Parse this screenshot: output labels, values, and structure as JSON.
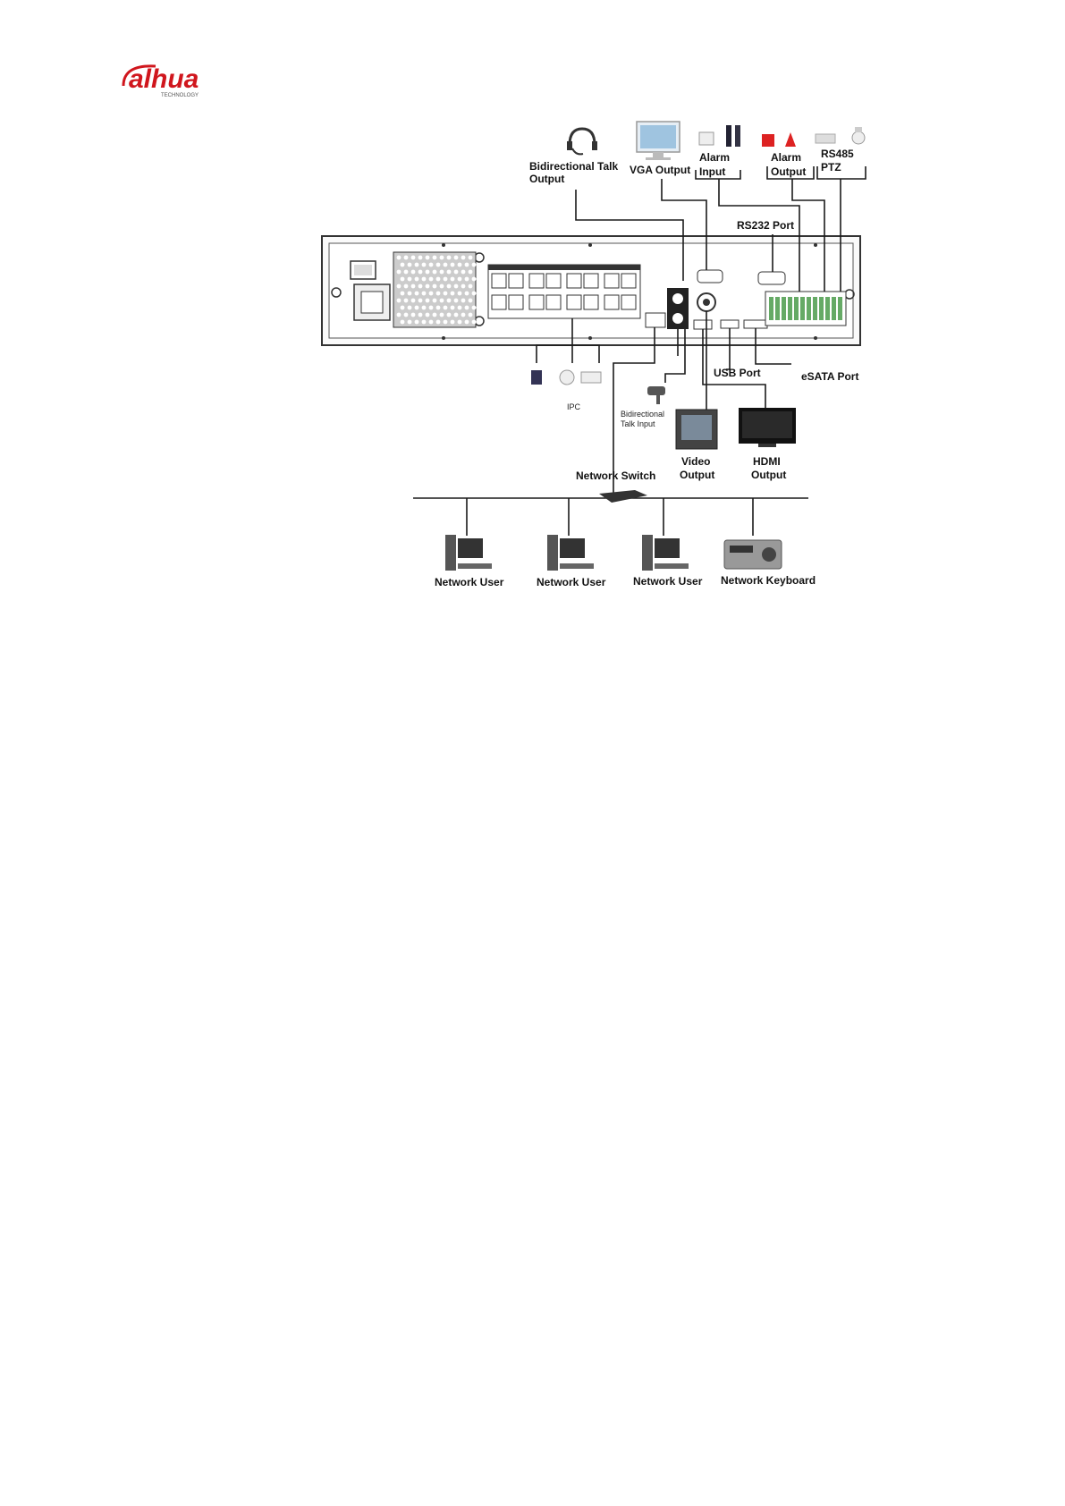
{
  "brand": {
    "logo_text": "alhua",
    "logo_sub": "TECHNOLOGY",
    "brand_color": "#d0161d"
  },
  "labels": {
    "bidir_talk_output_1": "Bidirectional Talk",
    "bidir_talk_output_2": "Output",
    "vga_output": "VGA Output",
    "alarm_input_1": "Alarm",
    "alarm_input_2": "Input",
    "alarm_output_1": "Alarm",
    "alarm_output_2": "Output",
    "rs485_1": "RS485",
    "rs485_2": "PTZ",
    "rs232_port": "RS232 Port",
    "ipc": "IPC",
    "bidir_talk_input_1": "Bidirectional",
    "bidir_talk_input_2": "Talk Input",
    "usb_port": "USB Port",
    "esata_port": "eSATA Port",
    "video_output_1": "Video",
    "video_output_2": "Output",
    "hdmi_output_1": "HDMI",
    "hdmi_output_2": "Output",
    "network_switch": "Network Switch",
    "network_user_1": "Network User",
    "network_user_2": "Network User",
    "network_user_3": "Network User",
    "network_keyboard": "Network Keyboard"
  },
  "icons": {
    "headset": "headset-icon",
    "monitor": "monitor-icon",
    "alarm_sensor": "alarm-sensor-icon",
    "siren": "siren-icon",
    "ptz_camera": "ptz-camera-icon",
    "ip_camera": "ip-camera-icon",
    "microphone": "microphone-icon",
    "tv": "tv-icon",
    "pc": "pc-icon",
    "keyboard": "keyboard-controller-icon",
    "switch": "network-switch-icon"
  }
}
